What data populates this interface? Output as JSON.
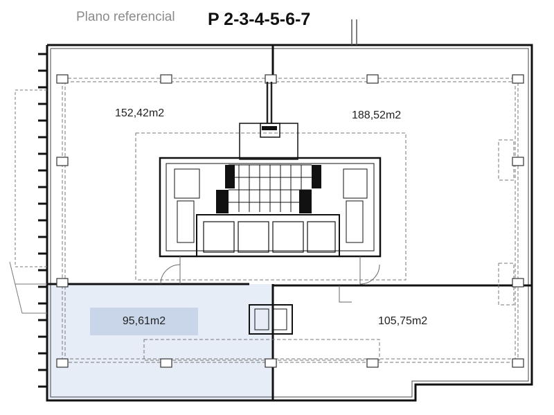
{
  "header": {
    "caption": "Plano referencial",
    "floors_label": "P 2-3-4-5-6-7"
  },
  "units": {
    "northwest": "152,42m2",
    "northeast": "188,52m2",
    "southwest": "95,61m2",
    "southeast": "105,75m2"
  },
  "highlighted_unit": "southwest",
  "colors": {
    "highlight_fill": "#e6edf7",
    "label_fill": "#c9d6ea",
    "wall": "#111111",
    "dashed_line": "#777777"
  }
}
